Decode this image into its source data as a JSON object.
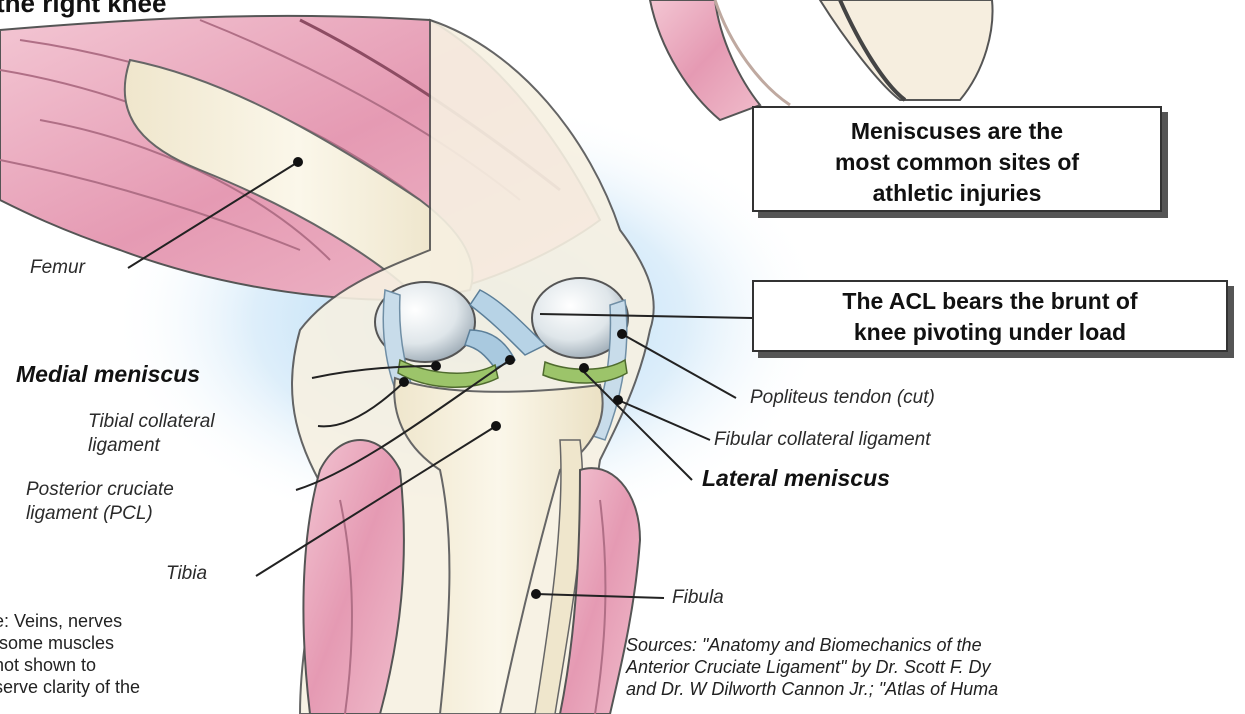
{
  "title": "the right knee",
  "callouts": {
    "meniscus": "Meniscuses are the\nmost common sites of\nathletic injuries",
    "acl": "The ACL bears the brunt of\nknee pivoting under load"
  },
  "labels": {
    "femur": "Femur",
    "medial_meniscus": "Medial meniscus",
    "tibial_collateral": "Tibial collateral\nligament",
    "pcl": "Posterior cruciate\nligament (PCL)",
    "tibia": "Tibia",
    "popliteus": "Popliteus tendon (cut)",
    "fibular_collateral": "Fibular collateral ligament",
    "lateral_meniscus": "Lateral meniscus",
    "fibula": "Fibula"
  },
  "note": "e: Veins, nerves\n some muscles\nnot shown to\nserve clarity of the",
  "sources": "Sources: \"Anatomy and Biomechanics of the\nAnterior Cruciate Ligament\" by Dr. Scott F. Dy\nand Dr. W Dilworth Cannon Jr.; \"Atlas of Huma",
  "colors": {
    "muscle": "#e9a9bf",
    "bone": "#f2ecd6",
    "cartilage": "#dfe8ee",
    "meniscus": "#9cc46a",
    "ligament": "#b7d3e6",
    "glow": "#a9d4f4"
  }
}
